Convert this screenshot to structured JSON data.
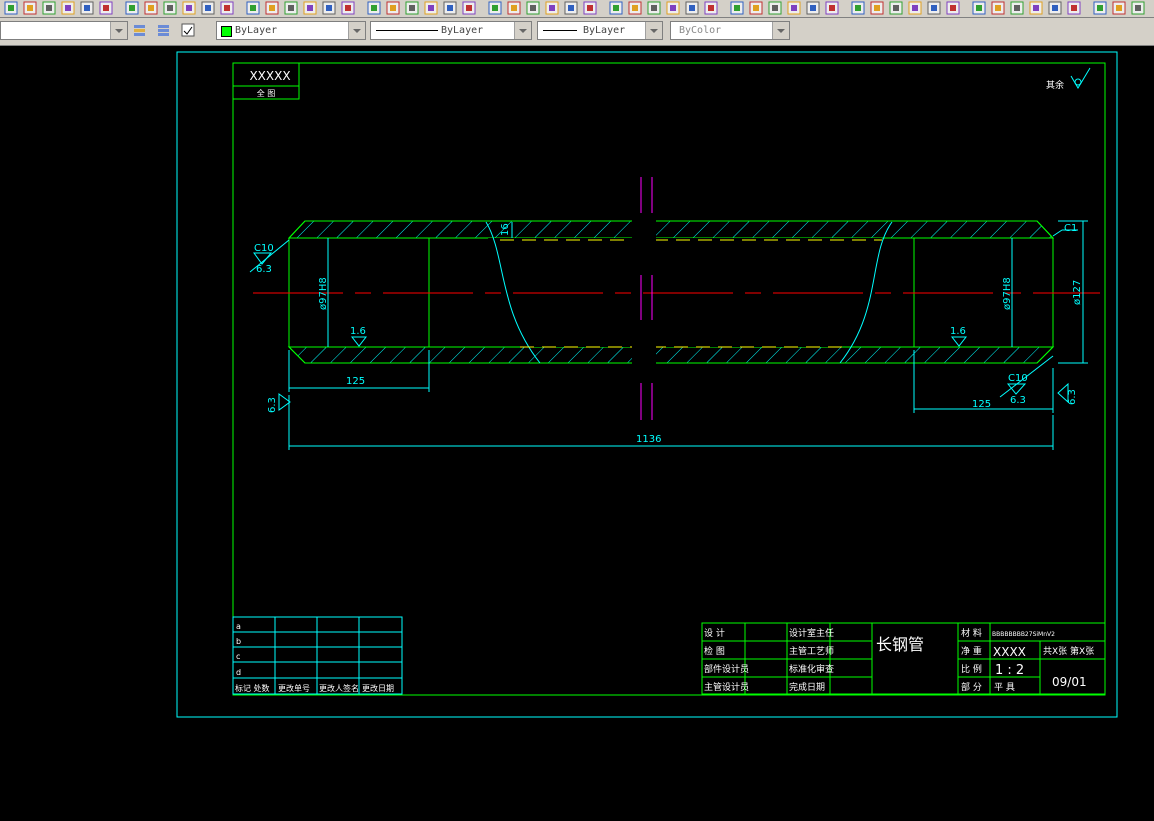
{
  "toolbar": {
    "layer_combo": "",
    "color_combo": "ByLayer",
    "linetype_combo": "ByLayer",
    "lineweight_combo": "ByLayer",
    "plotstyle_combo": "ByColor"
  },
  "title_block": {
    "drawing_number": "XXXXX",
    "drawing_sub": "全 图",
    "roughness_rest": "其余",
    "sign_labels": [
      "设 计",
      "检 图",
      "部件设计员",
      "主管设计员"
    ],
    "approval_labels": [
      "设计室主任",
      "主管工艺师",
      "标准化审查",
      "完成日期"
    ],
    "part_name": "长钢管",
    "material_label": "材 料",
    "material_value": "BBBBBBBB27SiMnV2",
    "weight_label": "净 重",
    "weight_value": "XXXX",
    "scale_label": "比 例",
    "scale_value": "1 : 2",
    "part_label": "部 分",
    "part_value": "平 具",
    "sheets": "共X张 第X张",
    "code": "09/01"
  },
  "revision_table": {
    "rows": [
      "a",
      "b",
      "c",
      "d"
    ],
    "headers": [
      "标记 处数",
      "更改单号",
      "更改人签名",
      "更改日期"
    ]
  },
  "dimensions": {
    "d1": "16",
    "d2": "C1",
    "d3": "C10",
    "d4": "6.3",
    "d5": "ø97H8",
    "d6": "1.6",
    "d7": "ø97H8",
    "d8": "ø127",
    "d9": "1.6",
    "d10": "125",
    "d11": "6.3",
    "d12": "C10",
    "d13": "6.3",
    "d14": "6.3",
    "d15": "125",
    "d16": "1136"
  },
  "colors": {
    "cyan": "#00ffff",
    "green": "#00ff00",
    "yellow": "#ffff00",
    "red": "#ff0000",
    "magenta": "#ff00ff",
    "white": "#ffffff"
  }
}
